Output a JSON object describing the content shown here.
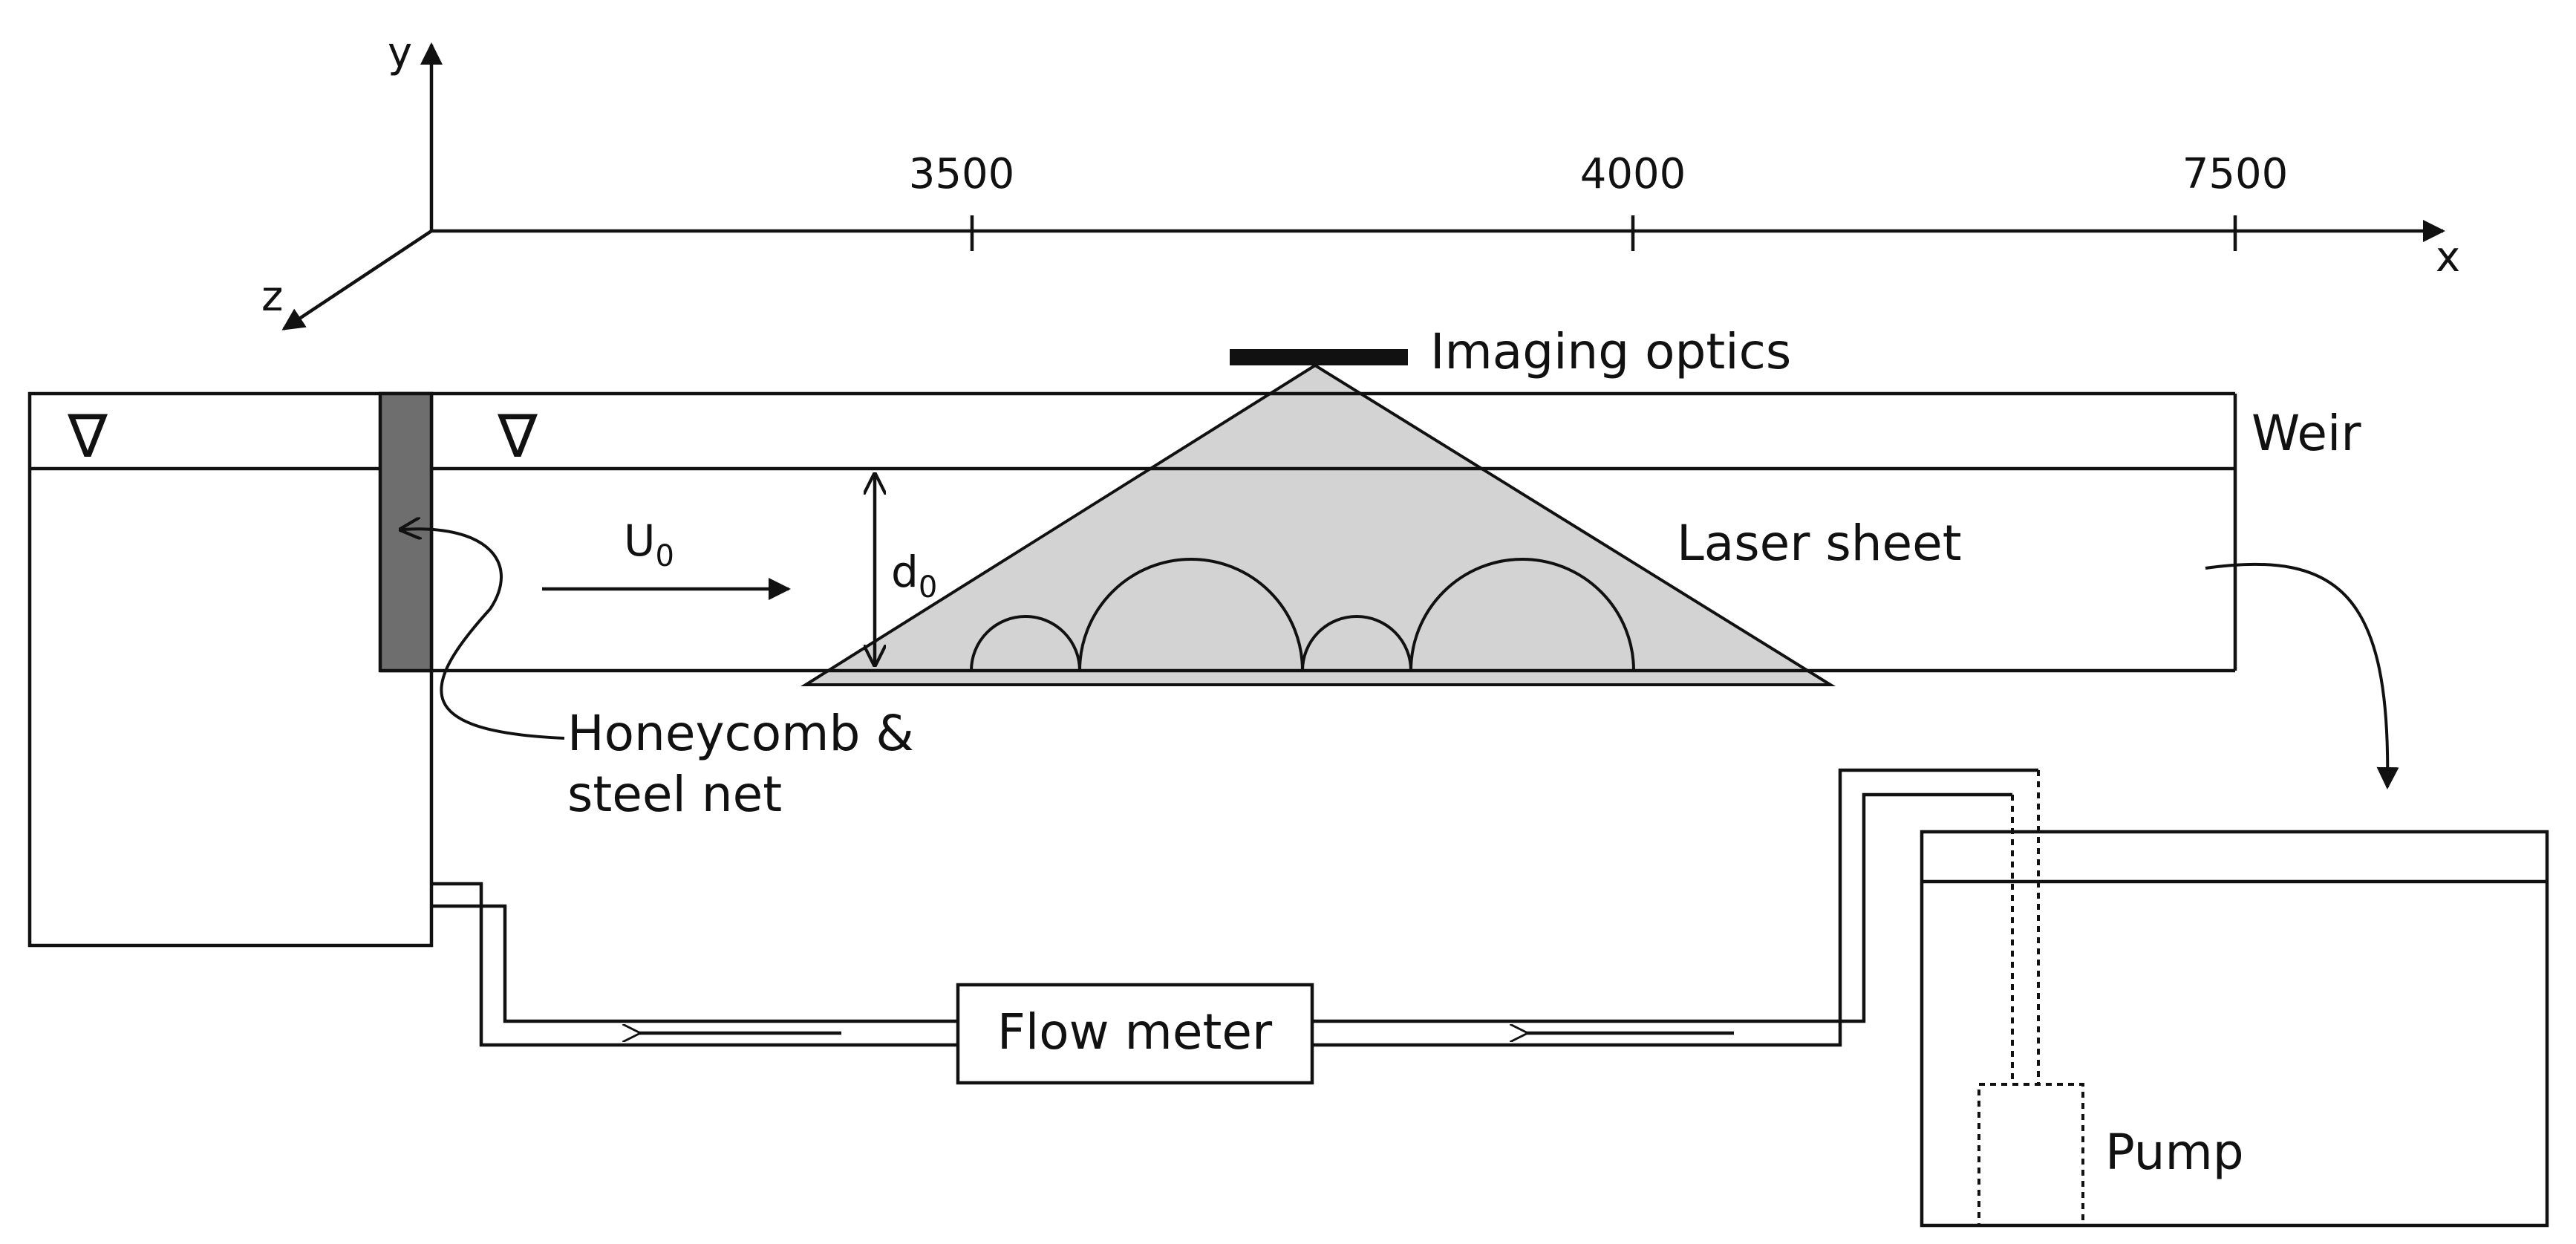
{
  "axes": {
    "x_label": "x",
    "y_label": "y",
    "z_label": "z",
    "ticks": [
      "3500",
      "4000",
      "7500"
    ]
  },
  "labels": {
    "imaging_optics": "Imaging optics",
    "weir": "Weir",
    "laser_sheet": "Laser sheet",
    "velocity": "U",
    "velocity_sub": "0",
    "depth": "d",
    "depth_sub": "0",
    "honeycomb_line1": "Honeycomb &",
    "honeycomb_line2": "steel net",
    "flow_meter": "Flow meter",
    "pump": "Pump",
    "water_level_symbol": "∇"
  },
  "colors": {
    "laser_fill": "#d3d3d3",
    "honeycomb_fill": "#6e6e6e",
    "ink": "#111111"
  }
}
